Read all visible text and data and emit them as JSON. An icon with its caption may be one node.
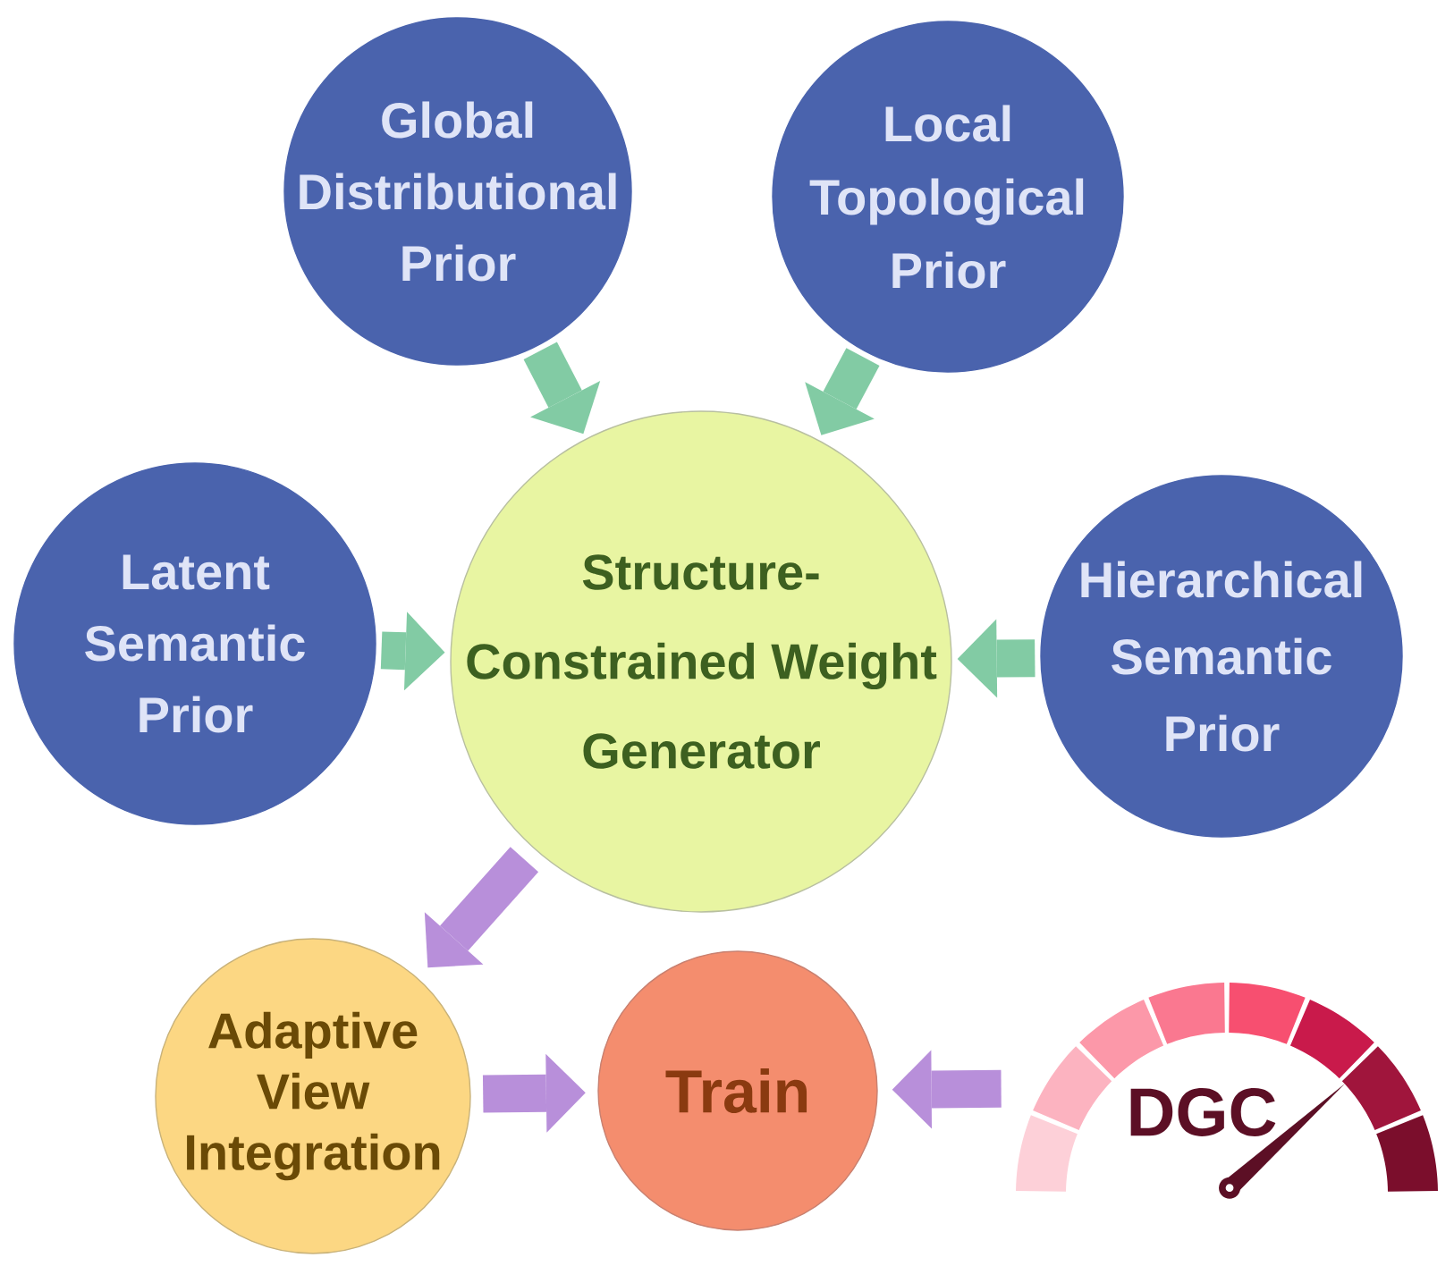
{
  "diagram": {
    "nodes": [
      {
        "text": [
          "Global Distributional Prior"
        ]
      },
      {
        "text": [
          "Local Topological Prior"
        ]
      },
      {
        "text": [
          "Latent Semantic Prior"
        ]
      },
      {
        "text": [
          "Structure-Constrained Weight Generator"
        ]
      },
      {
        "text": [
          "Hierarchical Semantic Prior"
        ]
      },
      {
        "text": [
          "Adaptive View Integration"
        ]
      },
      {
        "text": [
          "Train"
        ]
      },
      {
        "text": [
          "DGC"
        ]
      }
    ],
    "edges": [
      {
        "from": 0,
        "to": 3,
        "arrow": "to"
      },
      {
        "from": 1,
        "to": 3,
        "arrow": "to"
      },
      {
        "from": 2,
        "to": 3,
        "arrow": "to"
      },
      {
        "from": 4,
        "to": 3,
        "arrow": "to"
      },
      {
        "from": 3,
        "to": 5,
        "arrow": "to",
        "color": "#b88fda"
      },
      {
        "from": 5,
        "to": 6,
        "arrow": "to",
        "color": "#b88fda"
      },
      {
        "from": 7,
        "to": 6,
        "arrow": "to",
        "color": "#b88fda"
      }
    ]
  }
}
